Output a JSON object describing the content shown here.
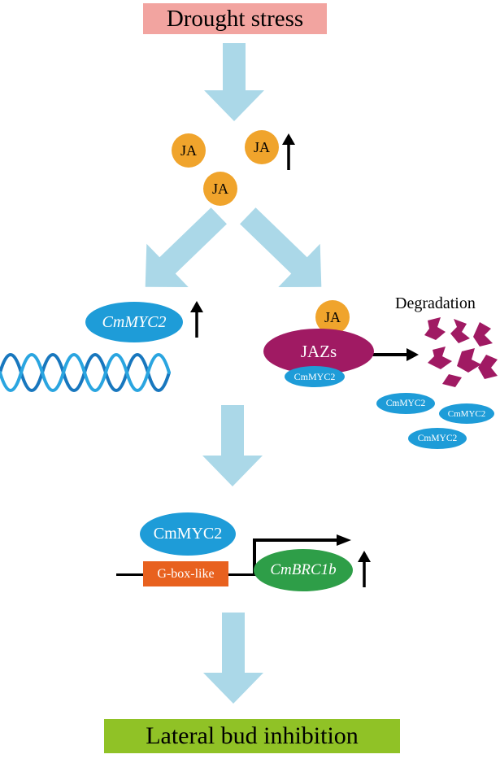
{
  "diagram": {
    "drought_stress": "Drought stress",
    "ja": "JA",
    "left_branch": {
      "cmmyc2_gene": "CmMYC2"
    },
    "right_branch": {
      "ja": "JA",
      "jazs": "JAZs",
      "cmmyc2_bound": "CmMYC2",
      "degradation": "Degradation",
      "released_cmmyc2": [
        "CmMYC2",
        "CmMYC2",
        "CmMYC2"
      ]
    },
    "promoter": {
      "cmmyc2": "CmMYC2",
      "gbox": "G-box-like",
      "cmbrc1b": "CmBRC1b"
    },
    "outcome": "Lateral bud inhibition"
  },
  "colors": {
    "arrow_blue": "#ABD8E8",
    "drought_bg": "#F2A4A0",
    "ja_orange": "#F0A42C",
    "myc2_blue": "#1E9CD8",
    "jaz_magenta": "#A01A63",
    "gbox_orange": "#E8611F",
    "brc1b_green": "#2E9E48",
    "outcome_green": "#90C226",
    "dna_dark_blue": "#1877BE",
    "dna_light_blue": "#2AA5E0"
  }
}
